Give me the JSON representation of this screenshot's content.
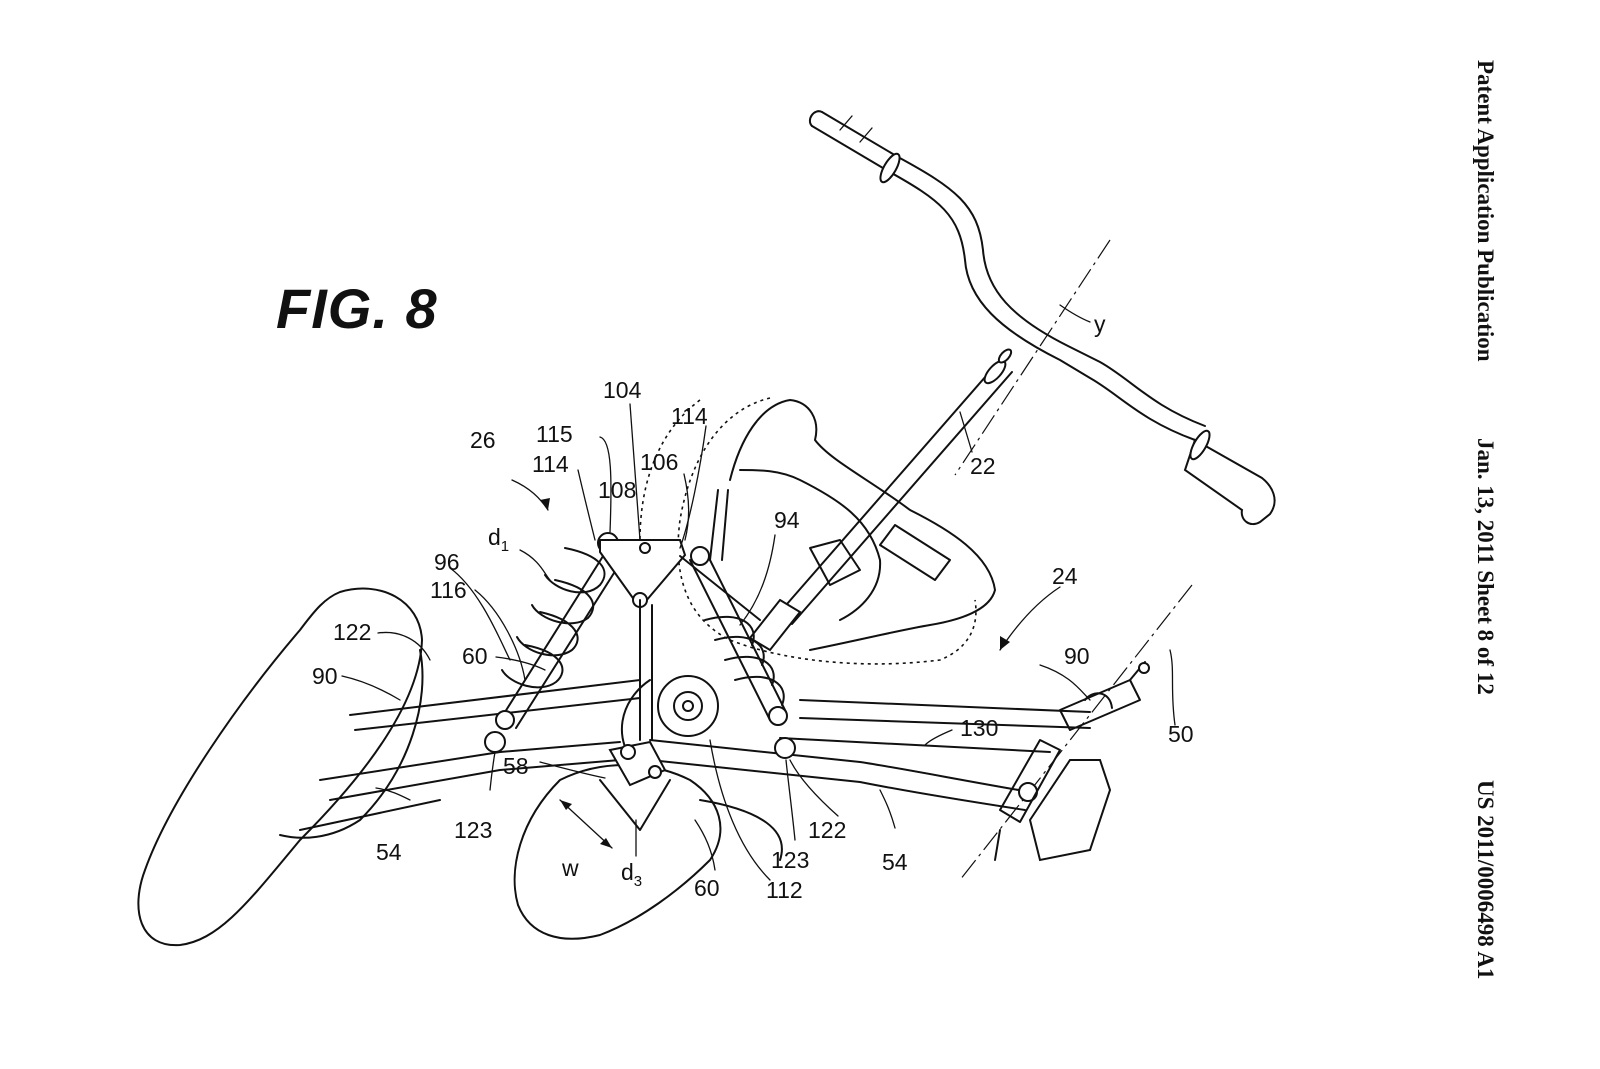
{
  "figure": {
    "title": "FIG. 8"
  },
  "header": {
    "publication": "Patent Application Publication",
    "date_sheet": "Jan. 13, 2011  Sheet 8 of 12",
    "number": "US 2011/0006498 A1"
  },
  "labels": {
    "l26": "26",
    "l115": "115",
    "l104": "104",
    "l114a": "114",
    "l114b": "114",
    "l106": "106",
    "l108": "108",
    "l94": "94",
    "l22": "22",
    "ly": "y",
    "ld1": "d",
    "ld1_sub": "1",
    "l96": "96",
    "l116": "116",
    "l122a": "122",
    "l60a": "60",
    "l90a": "90",
    "l24": "24",
    "l90b": "90",
    "l130": "130",
    "l50": "50",
    "l58": "58",
    "l123a": "123",
    "l54a": "54",
    "l122b": "122",
    "l123b": "123",
    "l54b": "54",
    "lw": "w",
    "ld3": "d",
    "ld3_sub": "3",
    "l60b": "60",
    "l112": "112"
  }
}
